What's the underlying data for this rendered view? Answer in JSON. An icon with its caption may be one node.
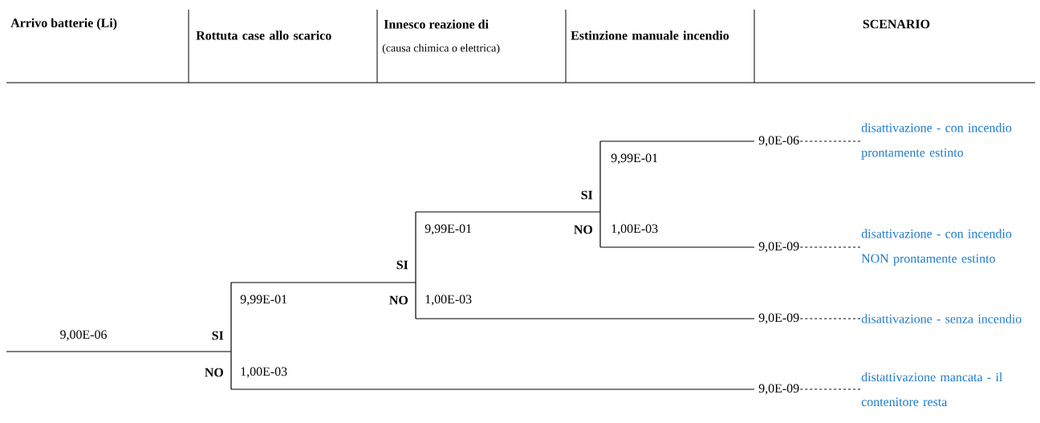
{
  "diagram": {
    "nodes": [
      {
        "text": [
          "9,0E-06"
        ]
      },
      {
        "text": [
          "disattivazione - con incendio prontamente estinto"
        ]
      },
      {
        "text": [
          "9,0E-09"
        ]
      },
      {
        "text": [
          "disattivazione - con incendio NON prontamente estinto"
        ]
      },
      {
        "text": [
          "9,0E-09"
        ]
      },
      {
        "text": [
          "disattivazione - senza incendio"
        ]
      },
      {
        "text": [
          "9,0E-09"
        ]
      },
      {
        "text": [
          "distattivazione mancata - il contenitore resta"
        ]
      }
    ],
    "edges": [
      {
        "from": 0,
        "to": 1,
        "arrow": "none",
        "style": "dashed"
      },
      {
        "from": 2,
        "to": 3,
        "arrow": "none",
        "style": "dashed"
      },
      {
        "from": 4,
        "to": 5,
        "arrow": "none",
        "style": "dashed"
      },
      {
        "from": 6,
        "to": 7,
        "arrow": "none",
        "style": "dashed"
      }
    ],
    "labels": [
      "Arrivo batterie (Li)",
      "Rottuta case allo scarico",
      "Innesco reazione di",
      "(causa chimica o elettrica)",
      "Estinzione manuale incendio",
      "SCENARIO",
      "9,99E-01",
      "SI",
      "9,99E-01",
      "NO",
      "1,00E-03",
      "SI",
      "9,99E-01",
      "NO",
      "1,00E-03",
      "9,00E-06",
      "SI",
      "NO",
      "1,00E-03"
    ]
  }
}
